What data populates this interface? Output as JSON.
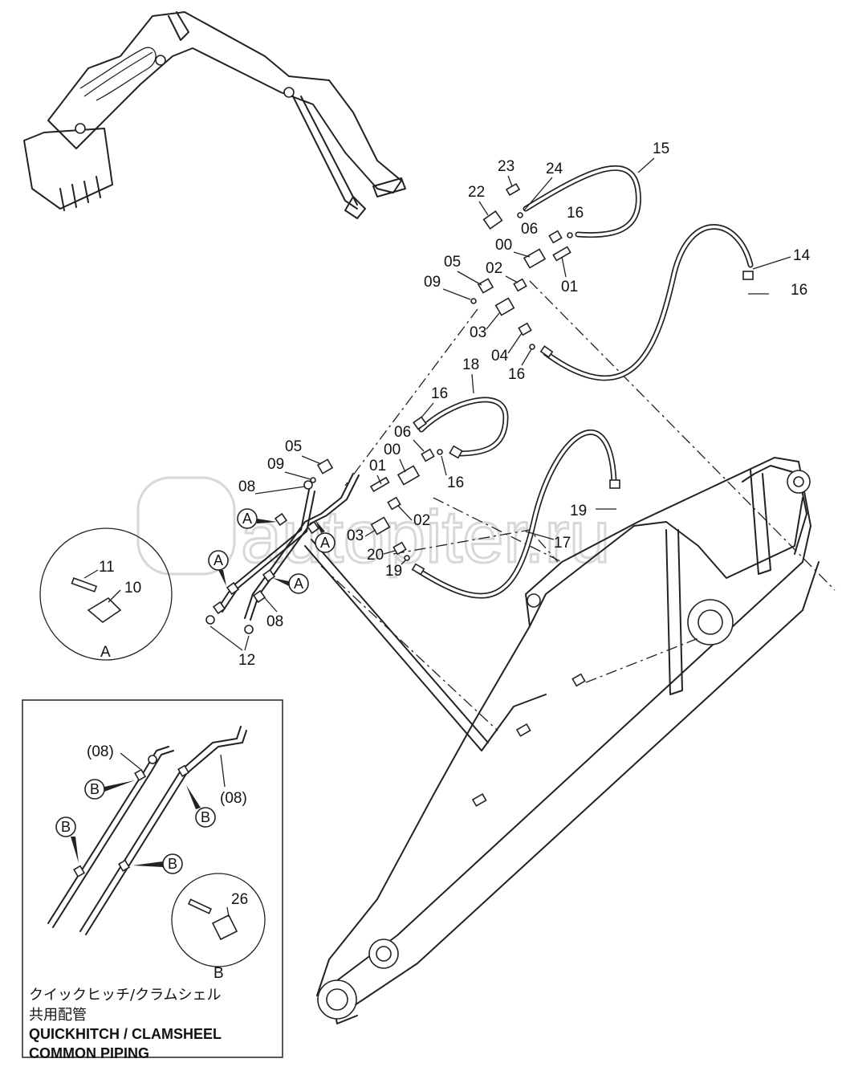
{
  "watermark": "autopiter.ru",
  "parts": {
    "p00a": "00",
    "p00b": "00",
    "p01a": "01",
    "p01b": "01",
    "p02a": "02",
    "p02b": "02",
    "p03a": "03",
    "p03b": "03",
    "p04": "04",
    "p05a": "05",
    "p05b": "05",
    "p06a": "06",
    "p06b": "06",
    "p08a": "08",
    "p08b": "08",
    "p09a": "09",
    "p09b": "09",
    "p10": "10",
    "p11": "11",
    "p12": "12",
    "p14": "14",
    "p15": "15",
    "p16a": "16",
    "p16b": "16",
    "p16c": "16",
    "p16d": "16",
    "p16e": "16",
    "p17": "17",
    "p18": "18",
    "p19a": "19",
    "p19b": "19",
    "p20": "20",
    "p22": "22",
    "p23": "23",
    "p24": "24",
    "p26": "26"
  },
  "markers": {
    "a1": "A",
    "a2": "A",
    "a3": "A",
    "a4": "A",
    "b1": "B",
    "b2": "B",
    "b3": "B",
    "b4": "B"
  },
  "detail_a": {
    "label": "A"
  },
  "detail_b": {
    "label": "B"
  },
  "inset": {
    "ref_left": "(08)",
    "ref_right": "(08)",
    "note_jp_line1": "クイックヒッチ/クラムシェル",
    "note_jp_line2": "共用配管",
    "note_en_line1": "QUICKHITCH / CLAMSHEEL",
    "note_en_line2": "COMMON  PIPING"
  },
  "colors": {
    "line": "#222222",
    "background": "#ffffff",
    "watermark": "#d8d8d8"
  }
}
